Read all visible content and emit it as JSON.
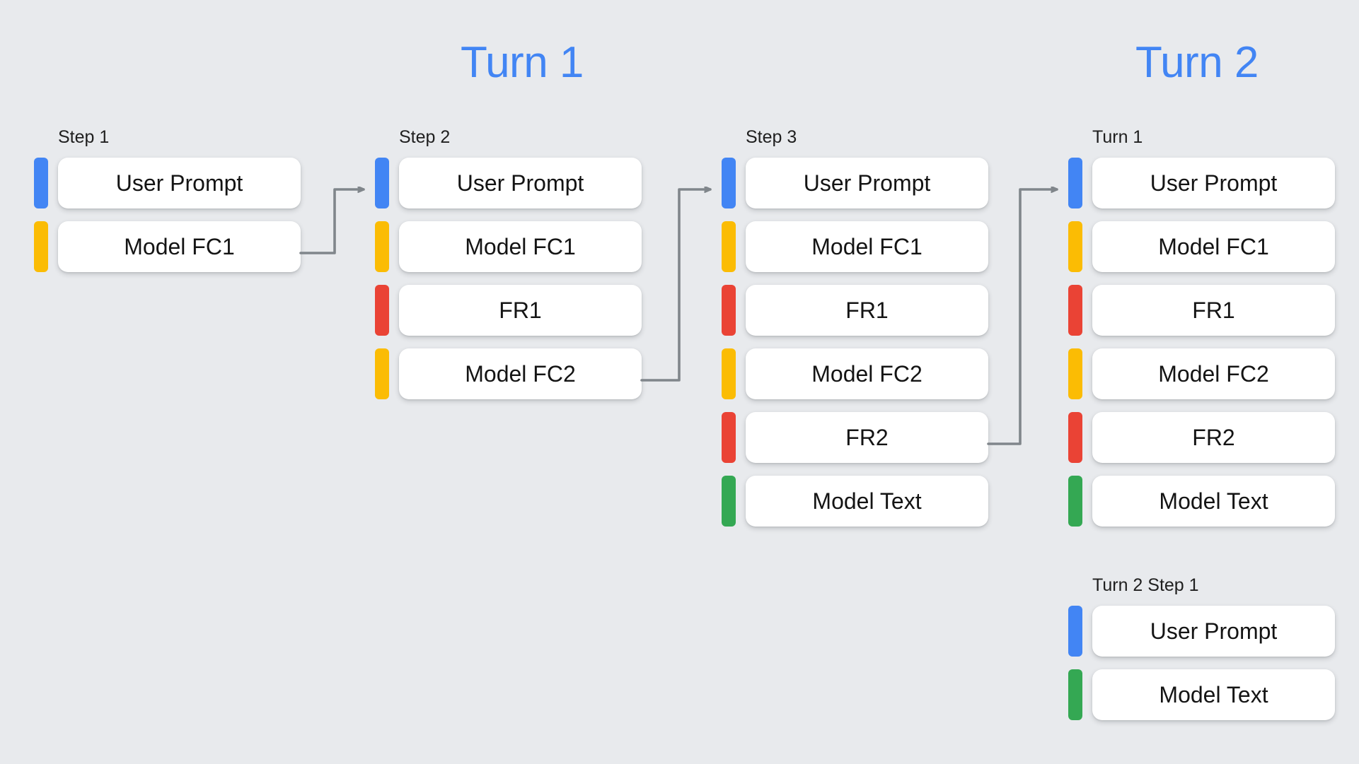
{
  "background_color": "#E8EAED",
  "palette": {
    "blue": "#4285F4",
    "yellow": "#FBBC04",
    "red": "#EA4335",
    "green": "#34A853",
    "card": "#FFFFFF",
    "text": "#141414",
    "arrow": "#80868B"
  },
  "turn_headings": [
    {
      "label": "Turn 1"
    },
    {
      "label": "Turn 2"
    }
  ],
  "groups": [
    {
      "label": "Step 1",
      "rows": [
        {
          "color": "blue",
          "text": "User Prompt"
        },
        {
          "color": "yellow",
          "text": "Model FC1"
        }
      ]
    },
    {
      "label": "Step 2",
      "rows": [
        {
          "color": "blue",
          "text": "User Prompt"
        },
        {
          "color": "yellow",
          "text": "Model FC1"
        },
        {
          "color": "red",
          "text": "FR1"
        },
        {
          "color": "yellow",
          "text": "Model FC2"
        }
      ]
    },
    {
      "label": "Step 3",
      "rows": [
        {
          "color": "blue",
          "text": "User Prompt"
        },
        {
          "color": "yellow",
          "text": "Model FC1"
        },
        {
          "color": "red",
          "text": "FR1"
        },
        {
          "color": "yellow",
          "text": "Model FC2"
        },
        {
          "color": "red",
          "text": "FR2"
        },
        {
          "color": "green",
          "text": "Model Text"
        }
      ]
    },
    {
      "label": "Turn 1",
      "rows": [
        {
          "color": "blue",
          "text": "User Prompt"
        },
        {
          "color": "yellow",
          "text": "Model FC1"
        },
        {
          "color": "red",
          "text": "FR1"
        },
        {
          "color": "yellow",
          "text": "Model FC2"
        },
        {
          "color": "red",
          "text": "FR2"
        },
        {
          "color": "green",
          "text": "Model Text"
        }
      ]
    },
    {
      "label": "Turn 2 Step 1",
      "rows": [
        {
          "color": "blue",
          "text": "User Prompt"
        },
        {
          "color": "green",
          "text": "Model Text"
        }
      ]
    }
  ],
  "arrows": [
    {
      "name": "arrow-step1-to-step2"
    },
    {
      "name": "arrow-step2-to-step3"
    },
    {
      "name": "arrow-step3-to-turn1"
    }
  ]
}
